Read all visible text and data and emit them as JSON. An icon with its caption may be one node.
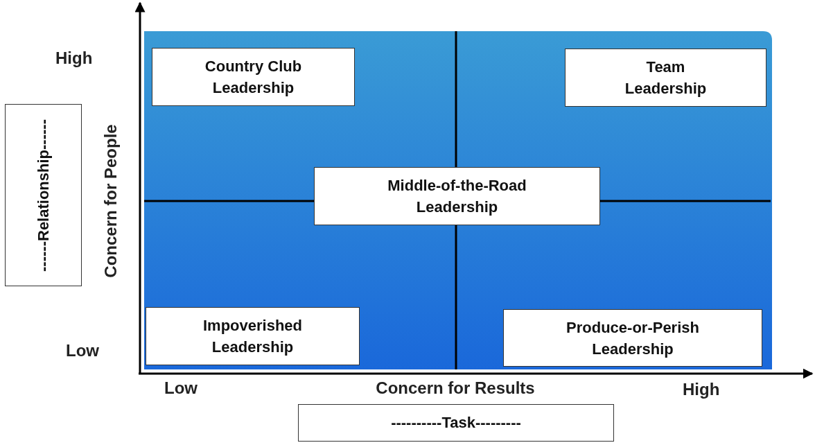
{
  "diagram": {
    "nodes": [
      {
        "text": [
          "Country Club Leadership"
        ]
      },
      {
        "text": [
          "Team Leadership"
        ]
      },
      {
        "text": [
          "Middle-of-the-Road Leadership"
        ]
      },
      {
        "text": [
          "Impoverished Leadership"
        ]
      },
      {
        "text": [
          "Produce-or-Perish Leadership"
        ]
      },
      {
        "text": [
          "------Relationship------"
        ]
      },
      {
        "text": [
          "----------Task---------"
        ]
      }
    ],
    "edges": [],
    "labels": [
      "High",
      "Low",
      "Concern for People",
      "Low",
      "Concern for Results",
      "High"
    ]
  }
}
